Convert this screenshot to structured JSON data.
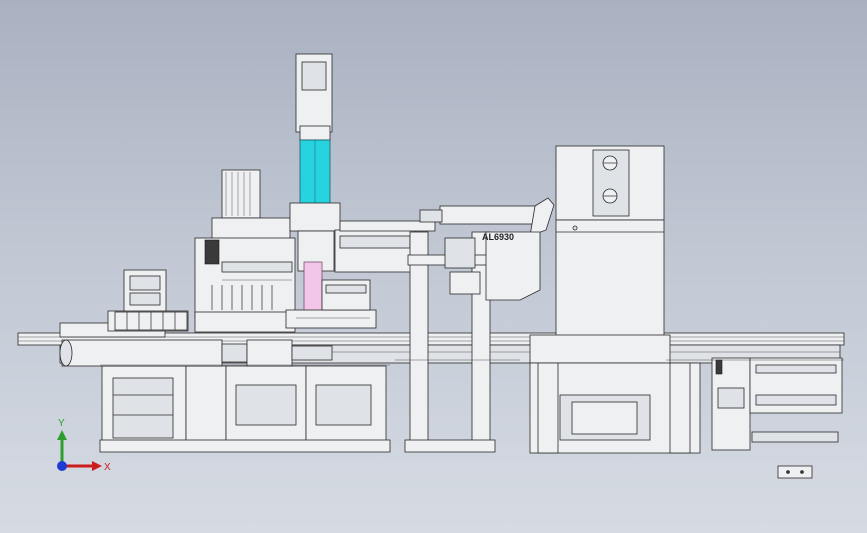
{
  "model_part_label": "AL6930",
  "axes": {
    "x_label": "X",
    "y_label": "Y"
  },
  "colors": {
    "background_top": "#a9b1c1",
    "background_bottom": "#d6dbe3",
    "cylinder_cyan": "#27d3de",
    "pink_part": "#f2c6e8",
    "metal": "#eef0f2",
    "outline": "#2a2a2a",
    "axis_x": "#cc1d1d",
    "axis_y": "#2e9e2e",
    "axis_z": "#1f3bd6"
  }
}
